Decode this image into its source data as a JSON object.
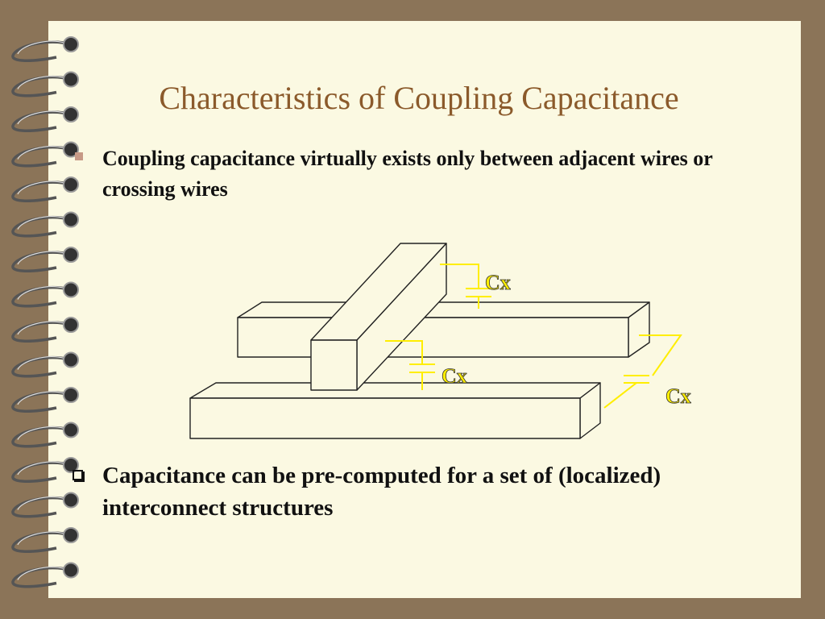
{
  "slide": {
    "title": "Characteristics of Coupling Capacitance",
    "bullets": [
      {
        "text": "Coupling capacitance virtually exists only between adjacent wires or crossing wires"
      },
      {
        "text": "Capacitance can be pre-computed for a set of (localized) interconnect structures"
      }
    ],
    "diagram_labels": [
      "Cx",
      "Cx",
      "Cx"
    ],
    "colors": {
      "background": "#8B7458",
      "paper": "#FBF9E2",
      "title": "#8B5A2B",
      "capacitor": "#FFEE00"
    },
    "icons": [
      "spiral-binding-icon",
      "square-bullet-icon",
      "hollow-square-bullet-icon",
      "capacitor-symbol-icon"
    ]
  }
}
